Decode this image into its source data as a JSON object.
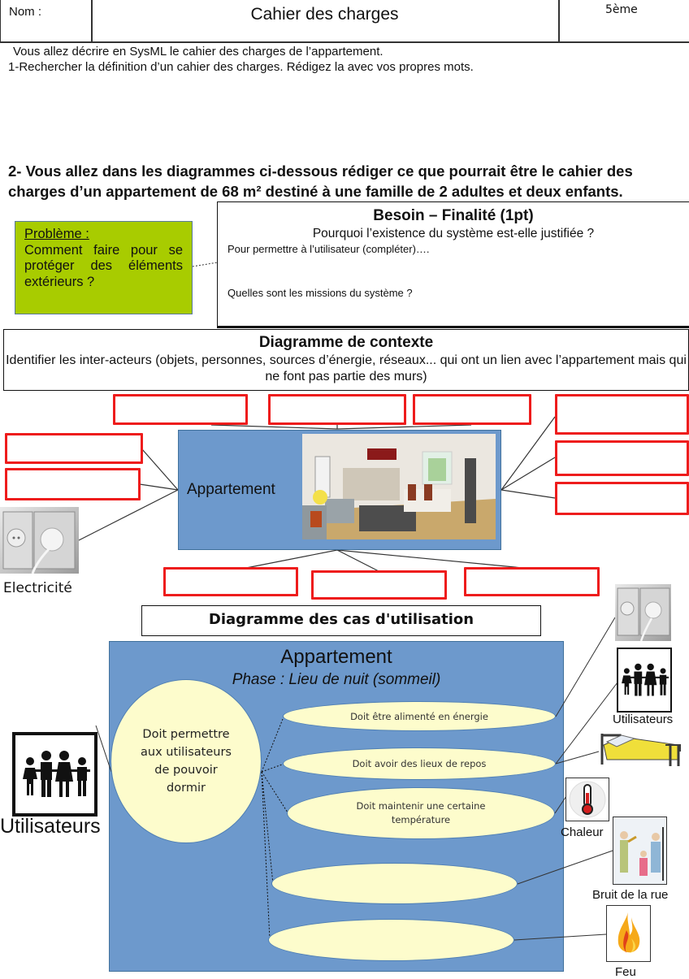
{
  "header": {
    "name_label": "Nom :",
    "title": "Cahier des charges",
    "level": "5ème"
  },
  "intro": "Vous allez décrire en SysML le cahier des charges de l’appartement.",
  "question1": "1-Rechercher la définition d’un cahier des charges. Rédigez la avec vos propres mots.",
  "question2": "2- Vous allez dans les diagrammes ci-dessous rédiger ce que pourrait être le cahier des charges d’un appartement de 68 m² destiné à une famille de 2 adultes et deux enfants.",
  "probleme": {
    "label": "Problème :",
    "text": "Comment faire pour se protéger des éléments extérieurs ?"
  },
  "besoin": {
    "title": "Besoin – Finalité (1pt)",
    "subtitle": "Pourquoi l’existence du système est-elle justifiée ?",
    "prompt1": "Pour permettre à l’utilisateur (compléter)….",
    "prompt2": "Quelles sont les missions du système ?"
  },
  "contexte": {
    "title": "Diagramme de contexte",
    "instructions": "Identifier les inter-acteurs (objets, personnes, sources d’énergie, réseaux... qui ont un lien avec l’appartement mais qui ne font pas partie des murs)",
    "center_label": "Appartement",
    "known_actor": "Electricité",
    "empty_boxes": [
      "",
      "",
      "",
      "",
      "",
      "",
      "",
      "",
      "",
      "",
      ""
    ]
  },
  "cas_utilisation": {
    "title": "Diagramme des cas d'utilisation",
    "system": "Appartement",
    "phase": "Phase : Lieu de nuit (sommeil)",
    "main_use_case": "Doit permettre aux utilisateurs de pouvoir dormir",
    "main_actor": "Utilisateurs",
    "use_cases": [
      "Doit être alimenté en énergie",
      "Doit avoir des lieux de repos",
      "Doit maintenir une certaine température",
      "",
      ""
    ],
    "actors": [
      {
        "icon": "power-socket",
        "label": ""
      },
      {
        "icon": "family",
        "label": "Utilisateurs"
      },
      {
        "icon": "bed",
        "label": ""
      },
      {
        "icon": "thermometer",
        "label": "Chaleur"
      },
      {
        "icon": "street-scene",
        "label": "Bruit de la rue"
      },
      {
        "icon": "fire",
        "label": "Feu"
      }
    ]
  },
  "colors": {
    "diagram_blue": "#6d99cc",
    "probleme_green": "#a8cc00",
    "ellipse_yellow": "#fdfccc",
    "answer_box_red": "#ee1c1c"
  }
}
